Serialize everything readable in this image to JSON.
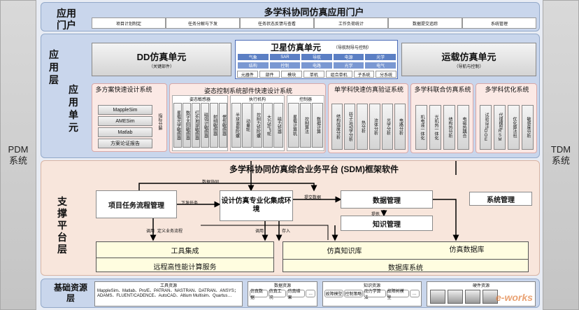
{
  "left_side": "PDM\n系统",
  "right_side": "TDM\n系统",
  "portal": {
    "title": "多学科协同仿真应用门户",
    "layer_label": "应用门户",
    "tabs": [
      "项目计划制定",
      "任务分解与下发",
      "任务状态反馈与查看",
      "工作负荷统计",
      "数据提交追踪",
      "系统管理"
    ]
  },
  "app_layer": {
    "label": "应用层",
    "unit_label": "应用单元",
    "dd": {
      "title": "DD仿真单元",
      "sub": "（关键部件）"
    },
    "satellite": {
      "title": "卫星仿真单元",
      "sub": "（导航制导与控制）",
      "row1": [
        "气象",
        "SAR",
        "导航",
        "电源",
        "光学"
      ],
      "row2": [
        "结构",
        "控制",
        "电路",
        "光学",
        "电气"
      ],
      "row3": [
        "元器件",
        "部件",
        "模块",
        "单机",
        "组合单机",
        "子系统",
        "分系统"
      ]
    },
    "carrier": {
      "title": "运载仿真单元",
      "sub": "（导航与控制）"
    },
    "quick": {
      "title": "多方案快速设计系统",
      "items": [
        "MappleSim",
        "AMESim",
        "Matlab",
        "方案论证报告"
      ],
      "arrow": "指标分解"
    },
    "attitude": {
      "title": "姿态控制系统部件快速设计系统",
      "sensor": {
        "title": "姿态敏感器",
        "items": [
          "星载光学敏感器",
          "数字太阳敏感器",
          "红外地球敏感器",
          "磁强计敏感器",
          "射频敏感器",
          "惯性敏感器"
        ]
      },
      "actuator": {
        "title": "执行机构",
        "items": [
          "半球谐振陀螺",
          "动量轮",
          "控制力矩陀螺",
          "大力矩飞轮",
          "磁力矩器"
        ]
      },
      "computer": {
        "title": "控制器",
        "items": [
          "星载计算机",
          "控制算法",
          "数据计算"
        ]
      }
    },
    "single": {
      "title": "单学科快速仿真验证系统",
      "items": [
        "结构强度分析",
        "转子运动学分析",
        "热分析",
        "流体分析",
        "光学分析",
        "电路分析"
      ]
    },
    "joint": {
      "title": "多学科联合仿真系统",
      "items": [
        "机电液一体化",
        "光机热一体化",
        "结构热分析",
        "电磁热耦合"
      ]
    },
    "opt": {
      "title": "多学科优化系统",
      "items": [
        "试验设计DOE",
        "代理模型RSM",
        "优化算法包",
        "敏感度分析"
      ]
    }
  },
  "support": {
    "label": "支撑平台层",
    "title": "多学科协同仿真综合业务平台 (SDM)框架软件",
    "task_flow": "项目任务流程管理",
    "env": "设计仿真专业化集成环境",
    "data_mgmt": "数据管理",
    "knowledge": "知识管理",
    "sys_mgmt": "系统管理",
    "tool_int": "工具集成",
    "hpc": "远程高性能计算服务",
    "knowledge_lib": "仿真知识库",
    "sim_db": "仿真数据库",
    "db_sys": "数据库系统",
    "labels": {
      "data_coop": "数据协同",
      "issue": "下发任务",
      "submit": "提交数据",
      "extract": "提炼",
      "call1": "调用",
      "custom_flow": "定义业务流程",
      "call2": "调用",
      "store": "存入"
    }
  },
  "base": {
    "label": "基础资源层",
    "tools_title": "工具资源",
    "tools_text": "MappleSim、Matlab、Pro/E、PATRAN、NASTRAN、DATRAN、ANSYS；ADAMS、FLUENT/CADENCE、AutoCAD、Altium Multisim、Quartus…",
    "data_title": "数据资源",
    "data_items": [
      "仿真数据",
      "仿真工况",
      "仿真结果",
      "…"
    ],
    "knowledge_title": "知识资源",
    "knowledge_items": [
      "故障模型",
      "控制策略",
      "动力学算法",
      "故障树模型",
      "…"
    ],
    "hw_title": "硬件资源"
  },
  "watermark": "e-works"
}
